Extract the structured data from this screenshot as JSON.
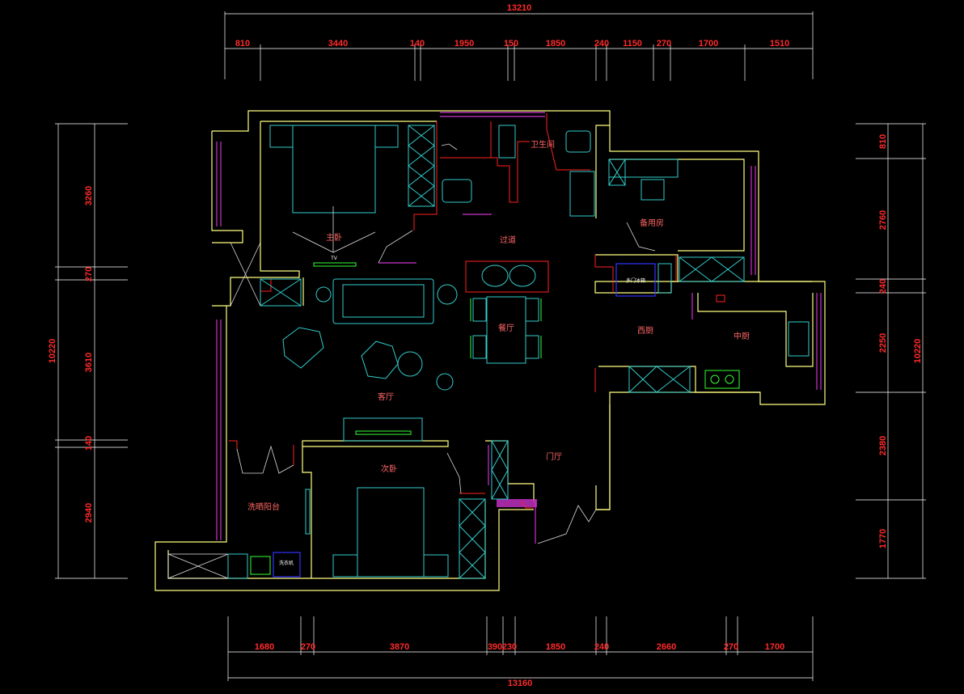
{
  "dimensions": {
    "top_total": "13210",
    "top": [
      "810",
      "3440",
      "140",
      "1950",
      "150",
      "1850",
      "240",
      "1150",
      "270",
      "1700",
      "1510"
    ],
    "bottom_total": "13160",
    "bottom": [
      "1680",
      "270",
      "3870",
      "390",
      "230",
      "1850",
      "240",
      "2660",
      "270",
      "1700"
    ],
    "left_total": "10220",
    "left": [
      "3260",
      "270",
      "3610",
      "140",
      "2940"
    ],
    "right_total": "10220",
    "right": [
      "810",
      "2760",
      "240",
      "2250",
      "2380",
      "1770"
    ]
  },
  "rooms": {
    "master_bedroom": "主卧",
    "tv_mark": "TV",
    "corridor": "过道",
    "bathroom": "卫生间",
    "spare_room": "备用房",
    "dining_room": "餐厅",
    "western_kitchen": "西厨",
    "chinese_kitchen": "中厨",
    "living_room": "客厅",
    "second_bedroom": "次卧",
    "entrance_hall": "门厅",
    "laundry_balcony": "洗晒阳台"
  },
  "labels": {
    "fridge": "多门冰箱",
    "washer": "洗衣机"
  },
  "colors": {
    "background": "#000000",
    "dimension": "#ff2a2a",
    "wall": "#ffff80",
    "window": "#cc33cc",
    "furniture": "#33cccc",
    "accent": "#33ff33"
  }
}
